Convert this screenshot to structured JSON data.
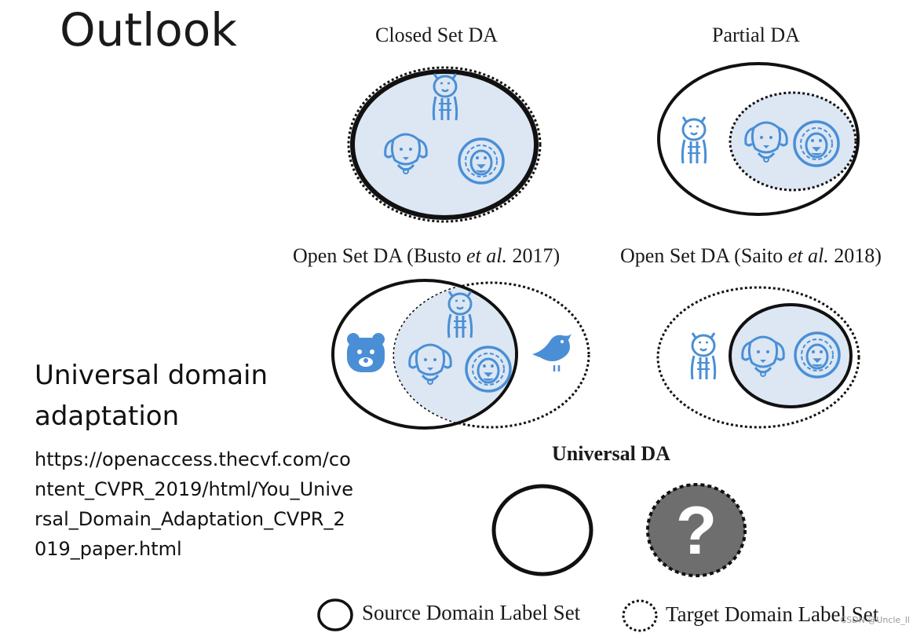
{
  "slide": {
    "title": "Outlook",
    "subheading": "Universal domain adaptation",
    "url": "https://openaccess.thecvf.com/content_CVPR_2019/html/You_Universal_Domain_Adaptation_CVPR_2019_paper.html"
  },
  "panels": {
    "closed_set": {
      "title": "Closed Set DA"
    },
    "partial": {
      "title": "Partial DA"
    },
    "open_busto": {
      "title_prefix": "Open Set DA (Busto ",
      "title_etal": "et al.",
      "title_suffix": " 2017)"
    },
    "open_saito": {
      "title_prefix": "Open Set DA (Saito ",
      "title_etal": "et al.",
      "title_suffix": " 2018)"
    },
    "universal": {
      "title": "Universal DA",
      "unknown_symbol": "?"
    }
  },
  "legend": {
    "source": "Source Domain Label Set",
    "target": "Target Domain Label Set"
  },
  "watermark": "CSDN @Uncle_Il",
  "colors": {
    "icon_blue": "#4a8fd6",
    "fill_light_blue": "#dce7f3",
    "unknown_gray": "#6e6e6e"
  },
  "icons": [
    "tiger-icon",
    "dog-icon",
    "lion-icon",
    "bear-icon",
    "bird-icon",
    "question-icon"
  ]
}
